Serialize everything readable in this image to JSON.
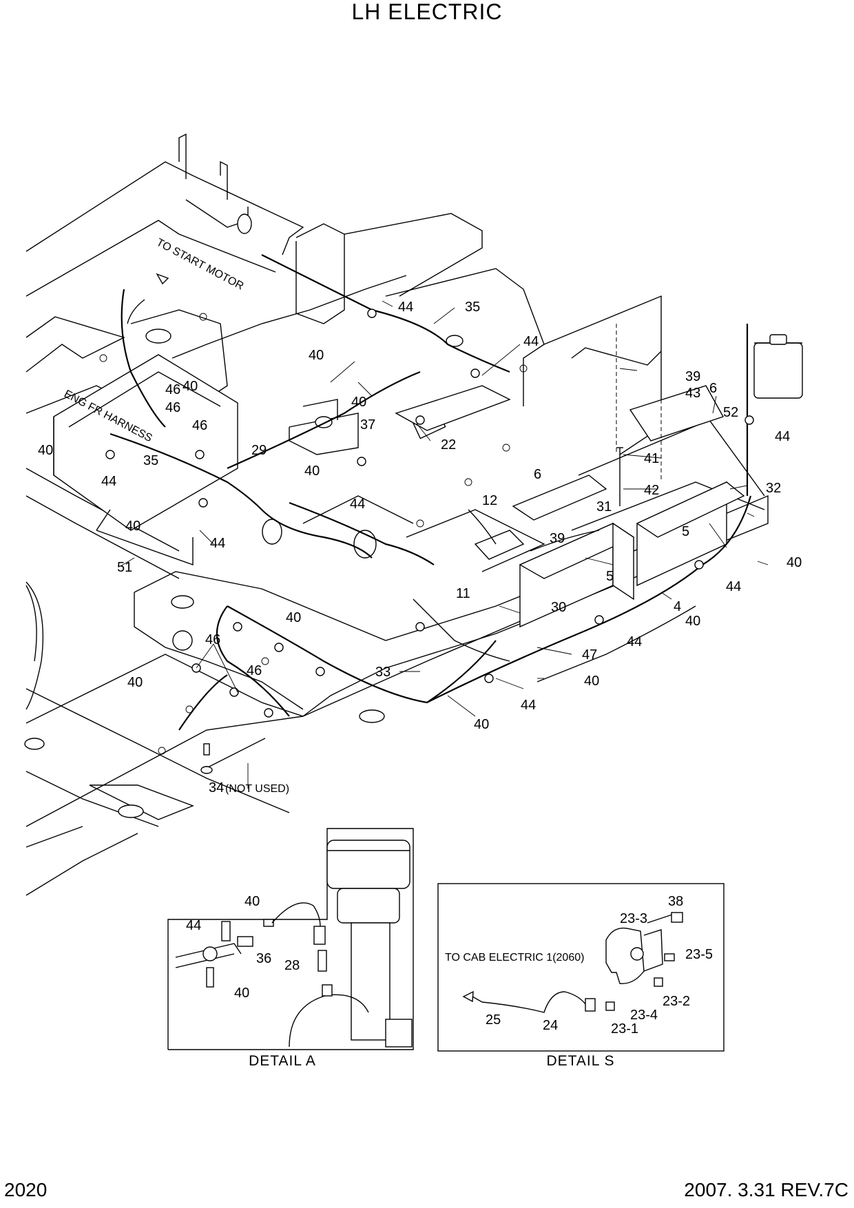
{
  "title": "LH ELECTRIC",
  "footer": {
    "page_number": "2020",
    "revision": "2007. 3.31  REV.7C"
  },
  "frame_text": {
    "start_motor": "TO START MOTOR",
    "eng_harness": "ENG FR HARNESS"
  },
  "callouts": {
    "c44a": "44",
    "c35a": "35",
    "c44b": "44",
    "c40a": "40",
    "c40b": "40",
    "c46a": "46",
    "c46b": "46",
    "c40c": "40",
    "c46c": "46",
    "c44c": "44",
    "c35b": "35",
    "c37": "37",
    "c22": "22",
    "c29": "29",
    "c40d": "40",
    "c44d": "44",
    "c40e": "40",
    "c44e": "44",
    "c51": "51",
    "c39a": "39",
    "c43": "43",
    "c6a": "6",
    "c52": "52",
    "c44f": "44",
    "c41": "41",
    "c6b": "6",
    "c12": "12",
    "c42": "42",
    "c32": "32",
    "c31": "31",
    "c39b": "39",
    "c5a": "5",
    "c5b": "5",
    "c40f": "40",
    "c44g": "44",
    "c11": "11",
    "c30": "30",
    "c4": "4",
    "c40g": "40",
    "c44h": "44",
    "c40h": "40",
    "c47": "47",
    "c46d": "46",
    "c46e": "46",
    "c33": "33",
    "c40i": "40",
    "c44i": "44",
    "c40j": "40",
    "c40k": "40",
    "c34": "34",
    "c34_note": "(NOT USED)"
  },
  "detail_a": {
    "caption": "DETAIL  A",
    "callouts": {
      "c40a": "40",
      "c44": "44",
      "c36": "36",
      "c28": "28",
      "c40b": "40"
    }
  },
  "detail_s": {
    "caption": "DETAIL  S",
    "note": "TO CAB ELECTRIC 1(2060)",
    "callouts": {
      "c38": "38",
      "c23_3": "23-3",
      "c23_5": "23-5",
      "c23_2": "23-2",
      "c23_4": "23-4",
      "c25": "25",
      "c24": "24",
      "c23_1": "23-1"
    }
  }
}
